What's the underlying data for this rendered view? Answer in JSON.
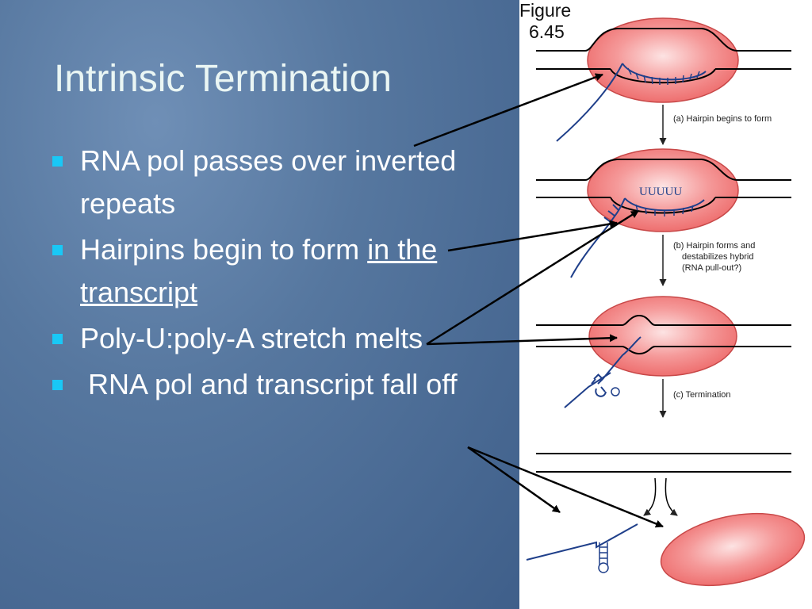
{
  "slide": {
    "title": "Intrinsic Termination",
    "bullets": [
      {
        "text": "RNA pol passes over inverted repeats"
      },
      {
        "text": "Hairpins begin to form",
        "underlined": "in the transcript"
      },
      {
        "text": "Poly-U:poly-A stretch melts"
      },
      {
        "text": " RNA pol and transcript fall off"
      }
    ]
  },
  "figure": {
    "caption_line1": "Figure",
    "caption_line2": "6.45",
    "step_a": "(a) Hairpin begins to form",
    "step_b_line1": "(b) Hairpin forms and",
    "step_b_line2": "destabilizes hybrid",
    "step_b_line3": "(RNA pull-out?)",
    "step_c": "(c) Termination",
    "poly_u": "UUUUU"
  },
  "colors": {
    "background": "#4f6f98",
    "title": "#eaf6f4",
    "bullet_marker": "#19c8f6",
    "polymerase": "#f07070",
    "rna": "#1f3f8a"
  }
}
